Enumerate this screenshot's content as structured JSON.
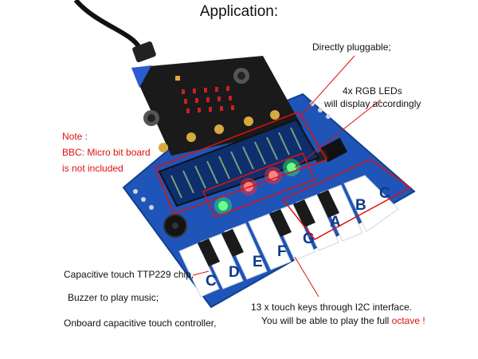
{
  "title": "Application:",
  "annotations": {
    "pluggable": "Directly pluggable;",
    "rgb_line1": "4x RGB LEDs",
    "rgb_line2": "will display accordingly",
    "note_title": "Note :",
    "note_line1": "BBC: Micro bit board",
    "note_line2": "is not included",
    "chip": "Capacitive touch TTP229 chip,",
    "buzzer": "Buzzer to play music;",
    "controller": "Onboard capacitive touch controller,",
    "keys_line1": "13 x touch keys through I2C interface.",
    "keys_line2_prefix": "You will be able to play the full ",
    "keys_line2_highlight": "octave",
    "keys_line2_suffix": " !"
  },
  "keys": [
    "C",
    "D",
    "E",
    "F",
    "G",
    "A",
    "B",
    "C"
  ],
  "colors": {
    "pcb": "#1f55b8",
    "microbit": "#1a1a1a",
    "accent_red": "#e01010",
    "led_green": "#2ee05a",
    "led_red": "#ff2a2a",
    "key_white": "#ffffff",
    "key_black": "#1a1a1a"
  }
}
